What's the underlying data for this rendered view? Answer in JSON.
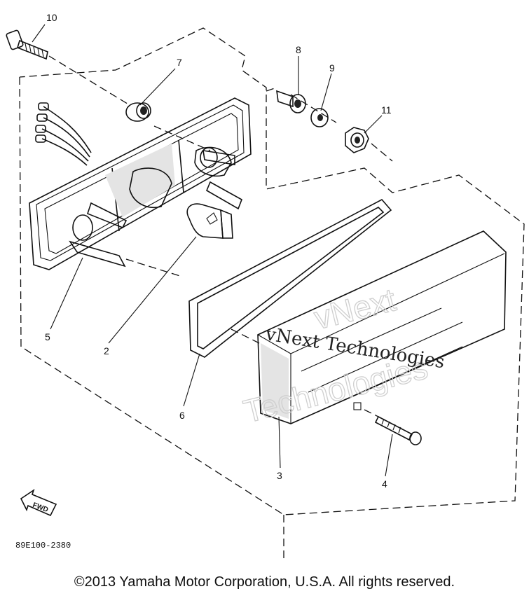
{
  "callouts": {
    "c1": "10",
    "c2": "7",
    "c3": "8",
    "c4": "9",
    "c5": "11",
    "c6": "5",
    "c7": "2",
    "c8": "6",
    "c9": "3",
    "c10": "4"
  },
  "fwd_label": "FWD",
  "diagram_code": "89E100-2380",
  "watermark": {
    "line1": "vNext",
    "line2": "Technologies",
    "overlay": "vNext Technologies"
  },
  "copyright": "©2013 Yamaha Motor Corporation, U.S.A. All rights reserved."
}
